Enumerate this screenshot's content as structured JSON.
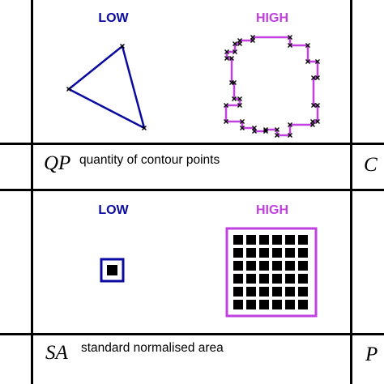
{
  "panels": [
    {
      "low_label": "LOW",
      "high_label": "HIGH",
      "abbreviation": "QP",
      "description": "quantity of contour points",
      "right_abbreviation_fragment": "C"
    },
    {
      "low_label": "LOW",
      "high_label": "HIGH",
      "abbreviation": "SA",
      "description": "standard normalised area",
      "right_abbreviation_fragment": "P"
    }
  ],
  "colors": {
    "background": "#000000",
    "cell": "#ffffff",
    "low": "#0a0aa0",
    "high": "#c040e0",
    "marker": "#000000"
  },
  "high_grid": {
    "rows": 6,
    "cols": 6
  },
  "low_grid": {
    "rows": 1,
    "cols": 1
  }
}
